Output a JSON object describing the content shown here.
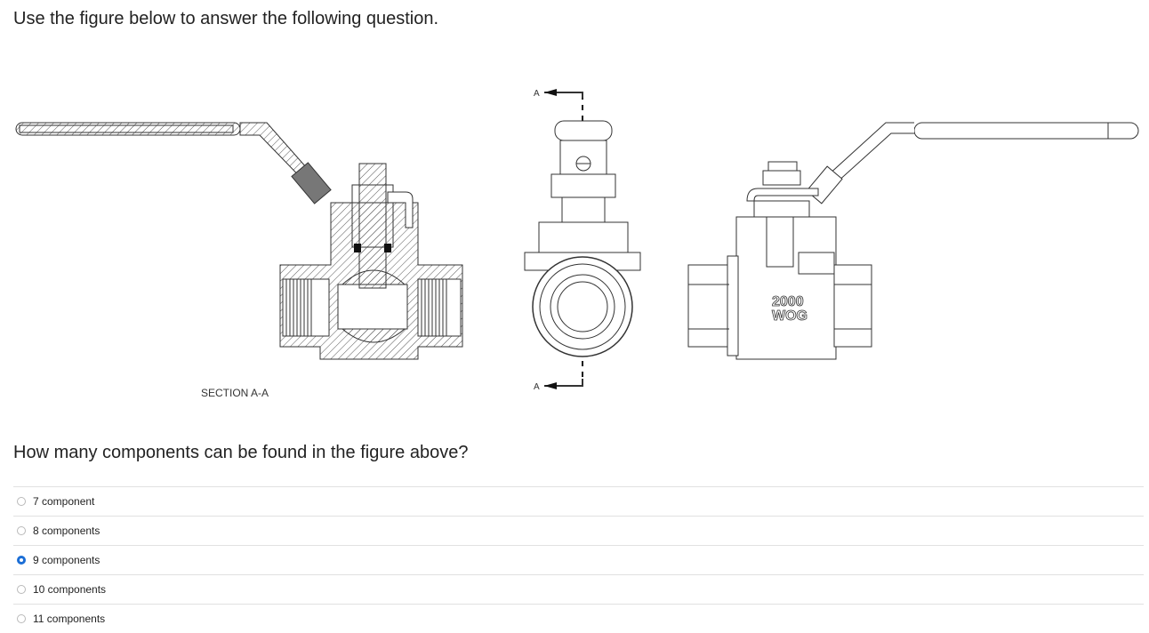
{
  "question": {
    "intro": "Use the figure below to answer the following question.",
    "prompt": "How many components can be found in the figure above?"
  },
  "figure": {
    "section_label": "SECTION A-A",
    "cut_marker_top": "A",
    "cut_marker_bottom": "A",
    "stamp_line1": "2000",
    "stamp_line2": "WOG"
  },
  "options": [
    {
      "label": "7 component",
      "selected": false
    },
    {
      "label": "8 components",
      "selected": false
    },
    {
      "label": "9 components",
      "selected": true
    },
    {
      "label": "10 components",
      "selected": false
    },
    {
      "label": "11 components",
      "selected": false
    }
  ],
  "colors": {
    "radio_selected": "#1b6ed6",
    "divider": "#e1e1e1"
  }
}
